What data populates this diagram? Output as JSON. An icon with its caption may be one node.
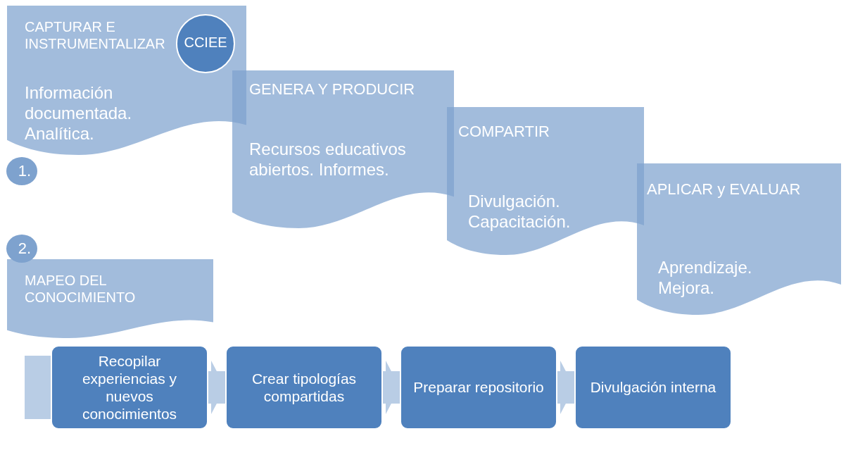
{
  "diagram": {
    "nodes": [
      {
        "text": [
          "CAPTURAR E INSTRUMENTALIZAR",
          "Información documentada. Analítica."
        ]
      },
      {
        "text": [
          "CCIEE"
        ],
        "in": 0
      },
      {
        "text": [
          "1."
        ]
      },
      {
        "text": [
          "GENERA Y PRODUCIR",
          "Recursos educativos abiertos. Informes."
        ]
      },
      {
        "text": [
          "COMPARTIR",
          "Divulgación. Capacitación."
        ]
      },
      {
        "text": [
          "APLICAR y EVALUAR",
          "Aprendizaje. Mejora."
        ]
      },
      {
        "text": [
          "2."
        ]
      },
      {
        "text": [
          "MAPEO DEL CONOCIMIENTO"
        ]
      },
      {
        "text": [
          "Recopilar experiencias y nuevos conocimientos"
        ]
      },
      {
        "text": [
          "Crear tipologías compartidas"
        ]
      },
      {
        "text": [
          "Preparar repositorio"
        ]
      },
      {
        "text": [
          "Divulgación interna"
        ]
      }
    ],
    "edges": [
      {
        "from": 8,
        "to": 9,
        "arrow": "to"
      },
      {
        "from": 9,
        "to": 10,
        "arrow": "to"
      },
      {
        "from": 10,
        "to": 11,
        "arrow": "to"
      }
    ]
  }
}
